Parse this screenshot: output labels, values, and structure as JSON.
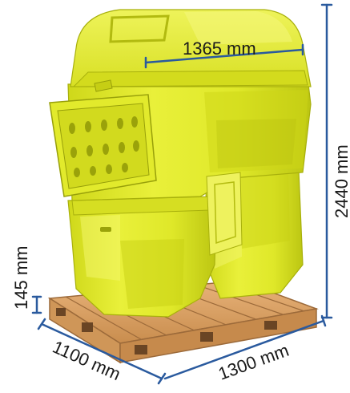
{
  "dimensions": {
    "top_width": "1365 mm",
    "height": "2440 mm",
    "pallet_height": "145 mm",
    "depth": "1100 mm",
    "length": "1300 mm"
  },
  "colors": {
    "bin_yellow": "#e4ec2a",
    "bin_shadow": "#b6c00f",
    "bin_highlight": "#f2f66a",
    "pallet_wood": "#d9a063",
    "pallet_dark": "#9c6a3a",
    "dimension_line": "#2a5a9e"
  }
}
